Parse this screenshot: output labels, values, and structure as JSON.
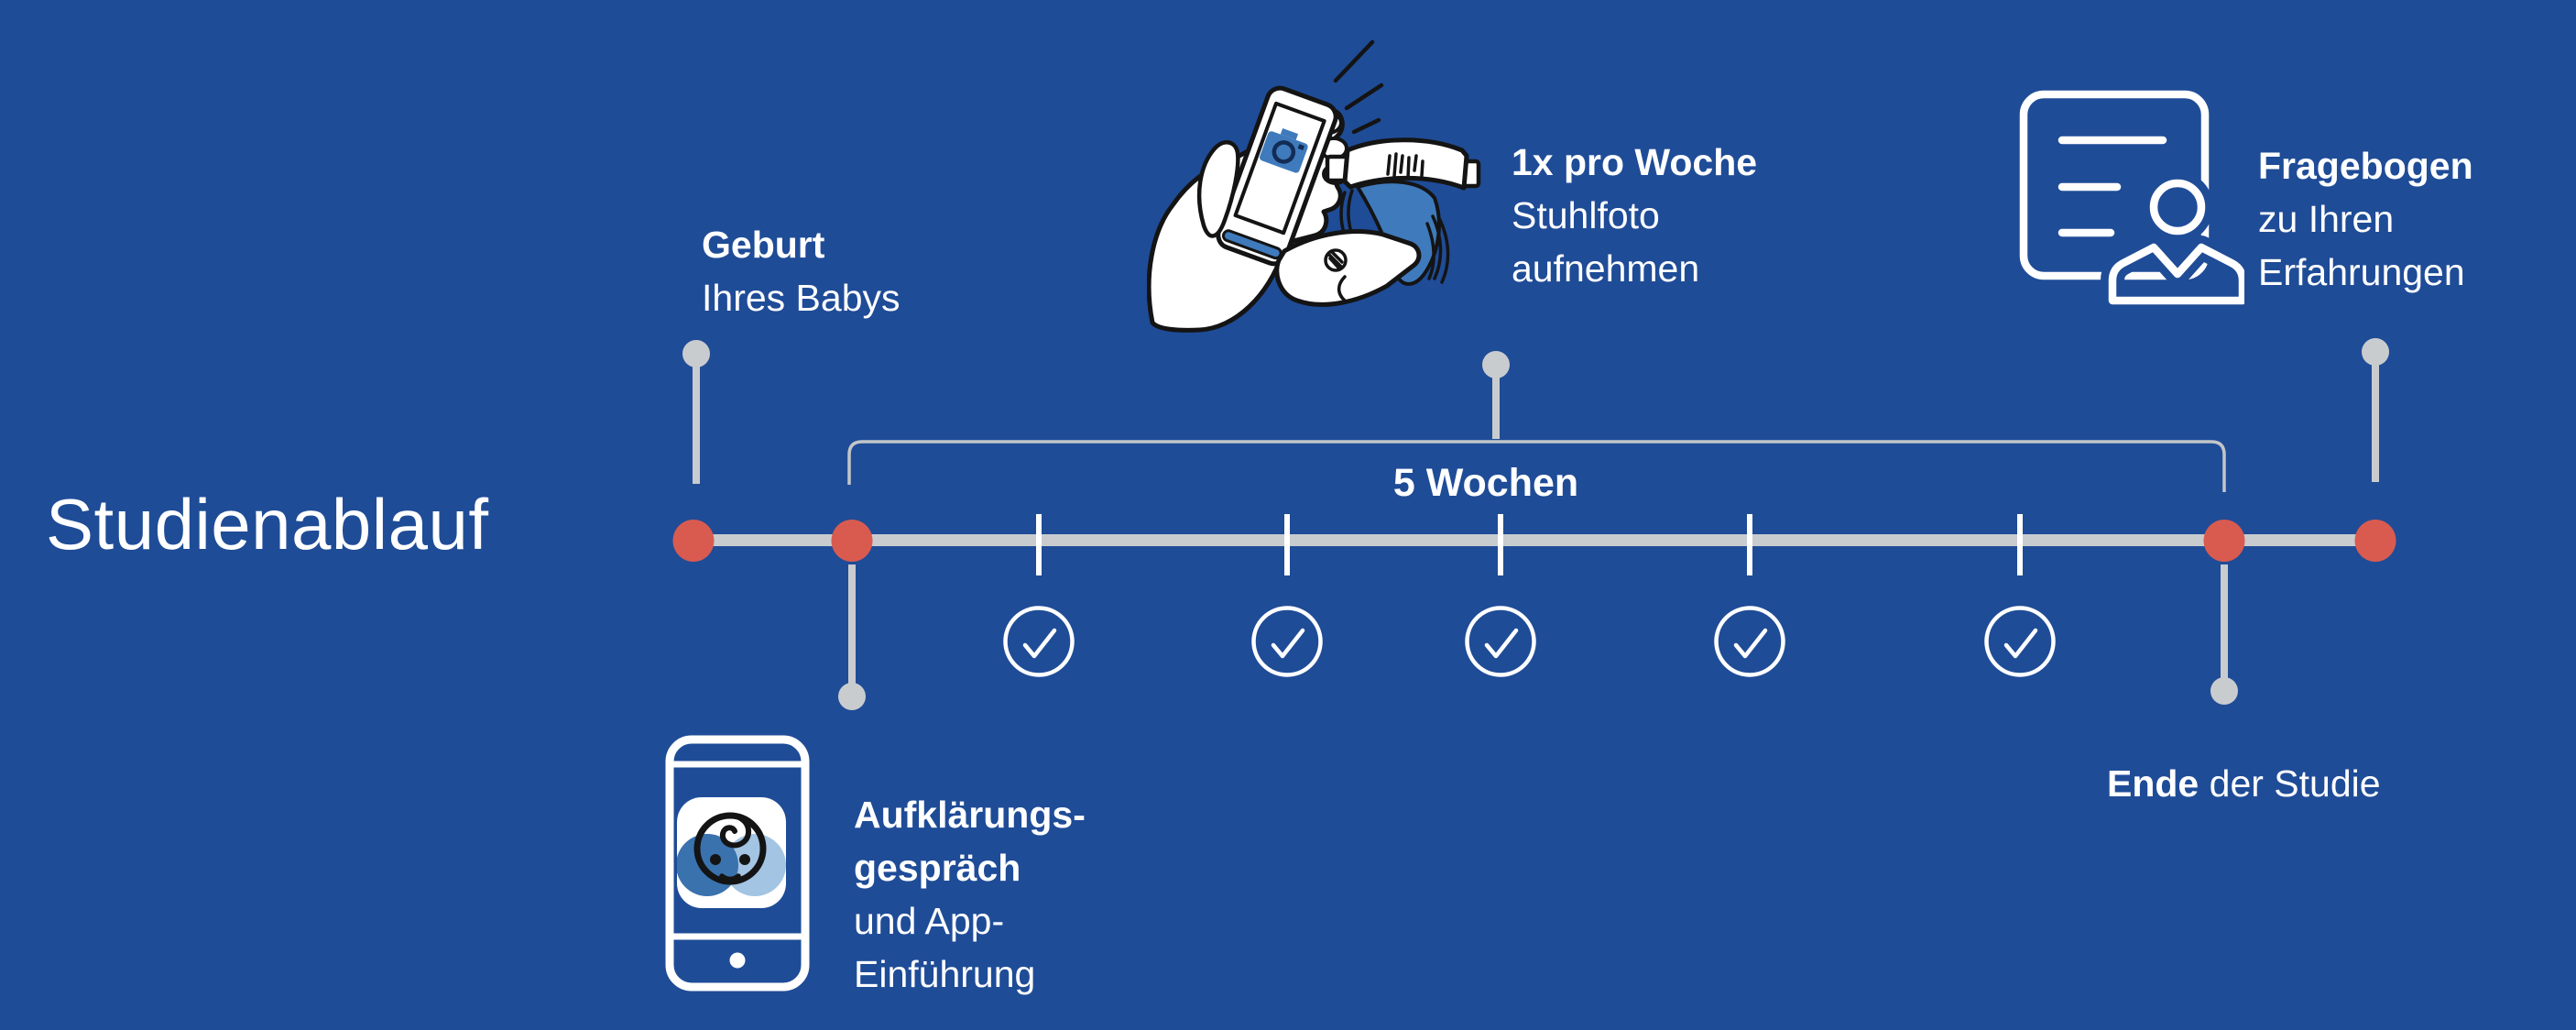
{
  "colors": {
    "background": "#1f4c97",
    "accent_red": "#d95b50",
    "timeline_gray": "#c9cccf",
    "bracket_gray": "#c2c6c9",
    "text_white": "#ffffff",
    "outline_black": "#141414",
    "illustration_blue": "#3f7abc",
    "logo_blue_dark": "#3a72ae",
    "logo_blue_light": "#a3c4e2"
  },
  "title": "Studienablauf",
  "timeline": {
    "bracket_label": "5 Wochen",
    "weekly_check_count": 5
  },
  "annotations": {
    "birth": {
      "line1": "Geburt",
      "line2": "Ihres Babys"
    },
    "photo": {
      "line1": "1x pro Woche",
      "line2": "Stuhlfoto",
      "line3": "aufnehmen"
    },
    "questionnaire": {
      "line1": "Fragebogen",
      "line2": "zu Ihren",
      "line3": "Erfahrungen"
    },
    "onboarding": {
      "line1": "Aufklärungs-",
      "line2": "gespräch",
      "line3": "und App-",
      "line4": "Einführung"
    },
    "end": {
      "bold": "Ende",
      "rest": " der Studie"
    }
  },
  "icons": {
    "weekly_check": "check-circle-icon",
    "questionnaire": "document-person-icon",
    "onboarding": "smartphone-baby-app-icon",
    "photo": "hand-phone-diaper-illustration"
  }
}
